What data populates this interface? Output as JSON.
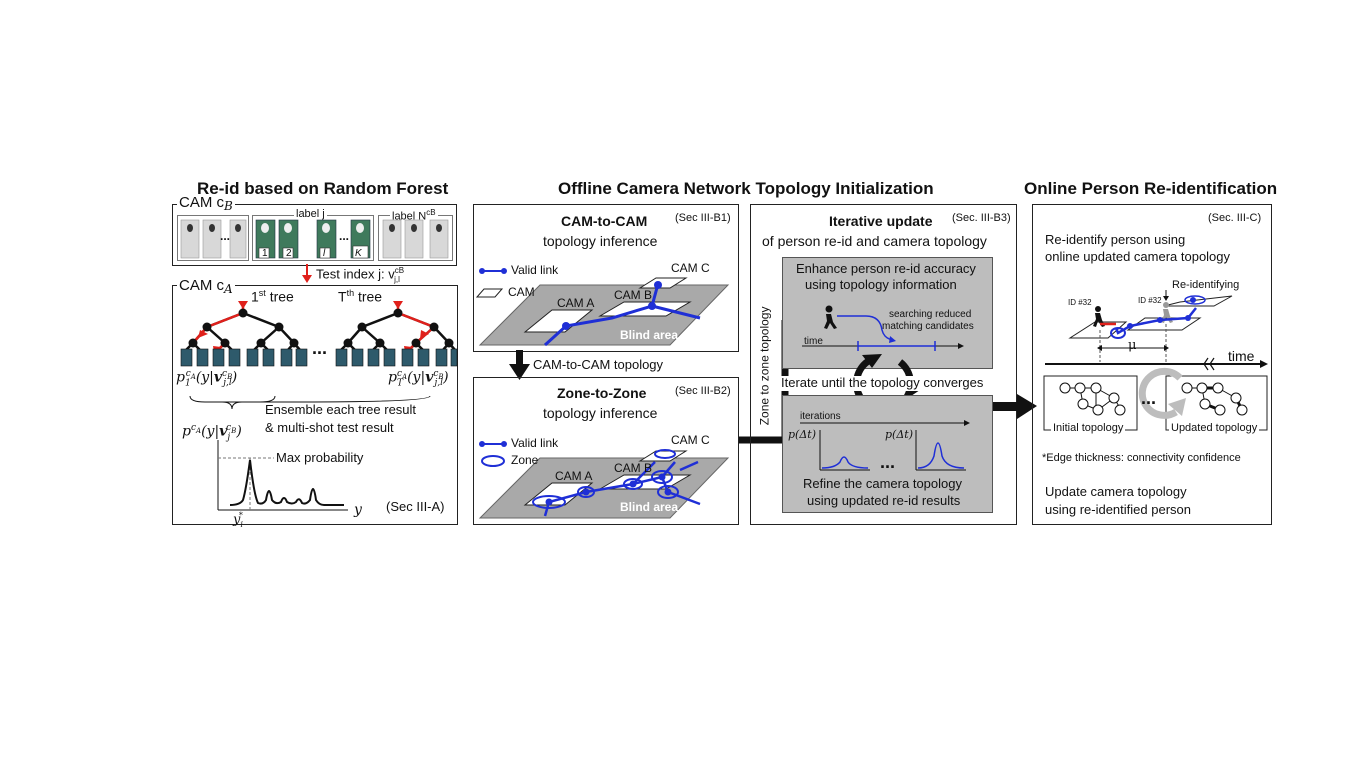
{
  "titles": {
    "left": "Re-id based on Random Forest",
    "middle": "Offline Camera Network Topology Initialization",
    "right": "Online Person Re-identification"
  },
  "reid_panel": {
    "cam_b_label": "CAM c",
    "cam_b_sub": "B",
    "label_j": "label j",
    "label_n": "label N",
    "label_n_sup": "cB",
    "ellipsis": "...",
    "thumb_nums": [
      "1",
      "2",
      "l",
      "K"
    ],
    "test_index": "Test index j: v",
    "test_index_sup": "cB",
    "test_index_sub": "j,l",
    "cam_a_label": "CAM c",
    "cam_a_sub": "A",
    "first_tree": "1",
    "first_tree_sup": "st",
    "first_tree_suffix": " tree",
    "t_tree": "T",
    "t_tree_sup": "th",
    "t_tree_suffix": " tree",
    "dots": "...",
    "p1_formula": "p1cA(y|vj,lcB)",
    "pT_formula": "pTcA(y|vj,lcB)",
    "ensemble_line1": "Ensemble each tree result",
    "ensemble_line2": "& multi-shot test result",
    "p_formula": "pcA(y|vjcB)",
    "max_probability": "Max probability",
    "y_axis": "y",
    "y_star": "yi*",
    "section": "(Sec III-A)"
  },
  "cam_panel": {
    "title": "CAM-to-CAM",
    "subtitle": "topology inference",
    "section": "(Sec III-B1)",
    "legend_link": "Valid link",
    "legend_cam": "CAM",
    "cam_a": "CAM A",
    "cam_b": "CAM B",
    "cam_c": "CAM C",
    "blind": "Blind area"
  },
  "arrow_label": "CAM-to-CAM topology",
  "zone_panel": {
    "title": "Zone-to-Zone",
    "subtitle": "topology inference",
    "section": "(Sec III-B2)",
    "legend_link": "Valid link",
    "legend_zone": "Zone",
    "cam_a": "CAM A",
    "cam_b": "CAM B",
    "cam_c": "CAM C",
    "blind": "Blind area"
  },
  "vertical_label": "Zone to zone topology",
  "iter_panel": {
    "title": "Iterative update",
    "section": "(Sec. III-B3)",
    "subtitle": "of person re-id and camera topology",
    "box1_line1": "Enhance person re-id accuracy",
    "box1_line2": "using topology information",
    "search_line1": "searching reduced",
    "search_line2": "matching candidates",
    "time": "time",
    "iterate": "Iterate until the topology converges",
    "iterations": "iterations",
    "p_dt": "p(Δt)",
    "dots": "...",
    "box2_line1": "Refine the camera topology",
    "box2_line2": "using updated re-id results"
  },
  "online_panel": {
    "section": "(Sec. III-C)",
    "line1": "Re-identify person using",
    "line2": "online updated camera topology",
    "reidentifying": "Re-identifying",
    "id1": "ID #32",
    "id2": "ID #32",
    "mu": "μ",
    "time": "time",
    "initial": "Initial topology",
    "updated": "Updated topology",
    "dots": "...",
    "edge_note": "*Edge thickness: connectivity confidence",
    "update_line1": "Update camera topology",
    "update_line2": "using re-identified person"
  },
  "colors": {
    "link_blue": "#1f2fd6",
    "arrow_red": "#e0201b",
    "gray_box": "#bdbdbd",
    "plane_gray": "#a9a9a9"
  }
}
